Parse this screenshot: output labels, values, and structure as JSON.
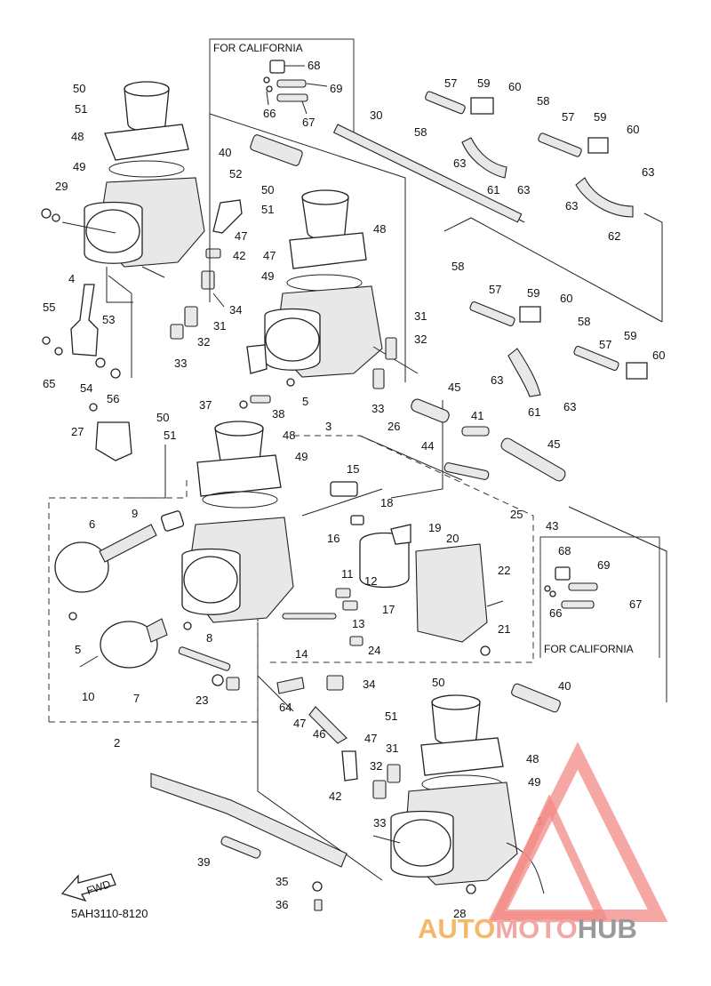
{
  "diagram": {
    "code": "5AH3110-8120",
    "california_label_top": "FOR CALIFORNIA",
    "california_label_right": "FOR CALIFORNIA",
    "fwd_label": "FWD",
    "watermark": {
      "part1": "AUTO",
      "part2": "MOTO",
      "part3": "HUB",
      "color_triangle": "#f28a86",
      "color_auto": "#f5b86a",
      "color_moto": "#f2a7a3",
      "color_hub": "#9a9a9a"
    }
  },
  "callouts": [
    {
      "id": "c50a",
      "text": "50"
    },
    {
      "id": "c51a",
      "text": "51"
    },
    {
      "id": "c48a",
      "text": "48"
    },
    {
      "id": "c49a",
      "text": "49"
    },
    {
      "id": "c29",
      "text": "29"
    },
    {
      "id": "c4",
      "text": "4"
    },
    {
      "id": "c55",
      "text": "55"
    },
    {
      "id": "c53",
      "text": "53"
    },
    {
      "id": "c65",
      "text": "65"
    },
    {
      "id": "c54",
      "text": "54"
    },
    {
      "id": "c56",
      "text": "56"
    },
    {
      "id": "c68a",
      "text": "68"
    },
    {
      "id": "c69a",
      "text": "69"
    },
    {
      "id": "c66a",
      "text": "66"
    },
    {
      "id": "c67a",
      "text": "67"
    },
    {
      "id": "c40a",
      "text": "40"
    },
    {
      "id": "c52",
      "text": "52"
    },
    {
      "id": "c47a",
      "text": "47"
    },
    {
      "id": "c42a",
      "text": "42"
    },
    {
      "id": "c50b",
      "text": "50"
    },
    {
      "id": "c51b",
      "text": "51"
    },
    {
      "id": "c47b",
      "text": "47"
    },
    {
      "id": "c48b",
      "text": "48"
    },
    {
      "id": "c49b",
      "text": "49"
    },
    {
      "id": "c34a",
      "text": "34"
    },
    {
      "id": "c31a",
      "text": "31"
    },
    {
      "id": "c32a",
      "text": "32"
    },
    {
      "id": "c33a",
      "text": "33"
    },
    {
      "id": "c30",
      "text": "30"
    },
    {
      "id": "c58a",
      "text": "58"
    },
    {
      "id": "c57a",
      "text": "57"
    },
    {
      "id": "c59a",
      "text": "59"
    },
    {
      "id": "c60a",
      "text": "60"
    },
    {
      "id": "c58b",
      "text": "58"
    },
    {
      "id": "c57b",
      "text": "57"
    },
    {
      "id": "c59b",
      "text": "59"
    },
    {
      "id": "c60b",
      "text": "60"
    },
    {
      "id": "c63a",
      "text": "63"
    },
    {
      "id": "c61a",
      "text": "61"
    },
    {
      "id": "c63b",
      "text": "63"
    },
    {
      "id": "c63c",
      "text": "63"
    },
    {
      "id": "c62",
      "text": "62"
    },
    {
      "id": "c63d",
      "text": "63"
    },
    {
      "id": "c58c",
      "text": "58"
    },
    {
      "id": "c57c",
      "text": "57"
    },
    {
      "id": "c59c",
      "text": "59"
    },
    {
      "id": "c60c",
      "text": "60"
    },
    {
      "id": "c58d",
      "text": "58"
    },
    {
      "id": "c57d",
      "text": "57"
    },
    {
      "id": "c59d",
      "text": "59"
    },
    {
      "id": "c60d",
      "text": "60"
    },
    {
      "id": "c63e",
      "text": "63"
    },
    {
      "id": "c61b",
      "text": "61"
    },
    {
      "id": "c63f",
      "text": "63"
    },
    {
      "id": "c31b",
      "text": "31"
    },
    {
      "id": "c32b",
      "text": "32"
    },
    {
      "id": "c33b",
      "text": "33"
    },
    {
      "id": "c5a",
      "text": "5"
    },
    {
      "id": "c3",
      "text": "3"
    },
    {
      "id": "c37",
      "text": "37"
    },
    {
      "id": "c38",
      "text": "38"
    },
    {
      "id": "c45a",
      "text": "45"
    },
    {
      "id": "c41",
      "text": "41"
    },
    {
      "id": "c44",
      "text": "44"
    },
    {
      "id": "c45b",
      "text": "45"
    },
    {
      "id": "c43",
      "text": "43"
    },
    {
      "id": "c25",
      "text": "25"
    },
    {
      "id": "c26",
      "text": "26"
    },
    {
      "id": "c27",
      "text": "27"
    },
    {
      "id": "c50c",
      "text": "50"
    },
    {
      "id": "c51c",
      "text": "51"
    },
    {
      "id": "c48c",
      "text": "48"
    },
    {
      "id": "c49c",
      "text": "49"
    },
    {
      "id": "c15",
      "text": "15"
    },
    {
      "id": "c18",
      "text": "18"
    },
    {
      "id": "c16",
      "text": "16"
    },
    {
      "id": "c19",
      "text": "19"
    },
    {
      "id": "c20",
      "text": "20"
    },
    {
      "id": "c9",
      "text": "9"
    },
    {
      "id": "c6",
      "text": "6"
    },
    {
      "id": "c11",
      "text": "11"
    },
    {
      "id": "c12",
      "text": "12"
    },
    {
      "id": "c17",
      "text": "17"
    },
    {
      "id": "c22",
      "text": "22"
    },
    {
      "id": "c13",
      "text": "13"
    },
    {
      "id": "c21",
      "text": "21"
    },
    {
      "id": "c5b",
      "text": "5"
    },
    {
      "id": "c8",
      "text": "8"
    },
    {
      "id": "c14",
      "text": "14"
    },
    {
      "id": "c24",
      "text": "24"
    },
    {
      "id": "c7",
      "text": "7"
    },
    {
      "id": "c10",
      "text": "10"
    },
    {
      "id": "c23",
      "text": "23"
    },
    {
      "id": "c2",
      "text": "2"
    },
    {
      "id": "c68b",
      "text": "68"
    },
    {
      "id": "c69b",
      "text": "69"
    },
    {
      "id": "c66b",
      "text": "66"
    },
    {
      "id": "c67b",
      "text": "67"
    },
    {
      "id": "c40b",
      "text": "40"
    },
    {
      "id": "c64",
      "text": "64"
    },
    {
      "id": "c34b",
      "text": "34"
    },
    {
      "id": "c47c",
      "text": "47"
    },
    {
      "id": "c46",
      "text": "46"
    },
    {
      "id": "c47d",
      "text": "47"
    },
    {
      "id": "c50d",
      "text": "50"
    },
    {
      "id": "c51d",
      "text": "51"
    },
    {
      "id": "c31c",
      "text": "31"
    },
    {
      "id": "c32c",
      "text": "32"
    },
    {
      "id": "c42b",
      "text": "42"
    },
    {
      "id": "c33c",
      "text": "33"
    },
    {
      "id": "c48d",
      "text": "48"
    },
    {
      "id": "c49d",
      "text": "49"
    },
    {
      "id": "c1",
      "text": "1"
    },
    {
      "id": "c39",
      "text": "39"
    },
    {
      "id": "c35",
      "text": "35"
    },
    {
      "id": "c36",
      "text": "36"
    },
    {
      "id": "c28",
      "text": "28"
    }
  ]
}
